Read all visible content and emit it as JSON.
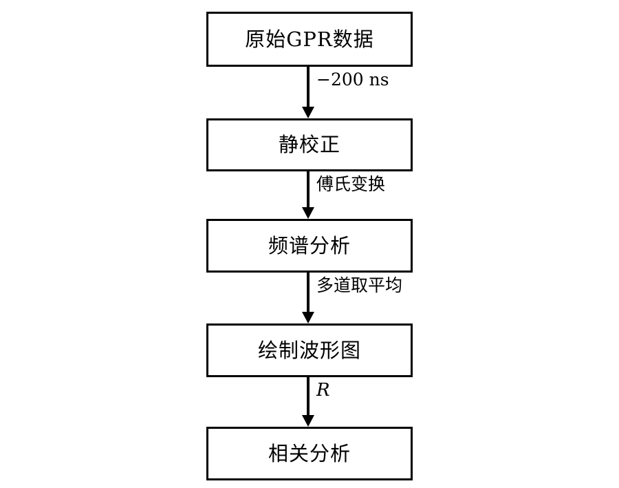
{
  "diagram": {
    "title": "GPR data processing flowchart",
    "colors": {
      "stroke": "#000000",
      "fill": "#ffffff",
      "text": "#000000"
    },
    "nodes": [
      {
        "id": "raw-gpr-data",
        "label": "原始GPR数据"
      },
      {
        "id": "static-correction",
        "label": "静校正"
      },
      {
        "id": "spectrum-analysis",
        "label": "频谱分析"
      },
      {
        "id": "plot-waveform",
        "label": "绘制波形图"
      },
      {
        "id": "correlation-analysis",
        "label": "相关分析"
      }
    ],
    "connectors": [
      {
        "id": "edge-1",
        "from": "raw-gpr-data",
        "to": "static-correction",
        "label": "−200 ns",
        "style": "upright"
      },
      {
        "id": "edge-2",
        "from": "static-correction",
        "to": "spectrum-analysis",
        "label": "傅氏变换",
        "style": "upright"
      },
      {
        "id": "edge-3",
        "from": "spectrum-analysis",
        "to": "plot-waveform",
        "label": "多道取平均",
        "style": "upright"
      },
      {
        "id": "edge-4",
        "from": "plot-waveform",
        "to": "correlation-analysis",
        "label": "R",
        "style": "italic"
      }
    ]
  }
}
